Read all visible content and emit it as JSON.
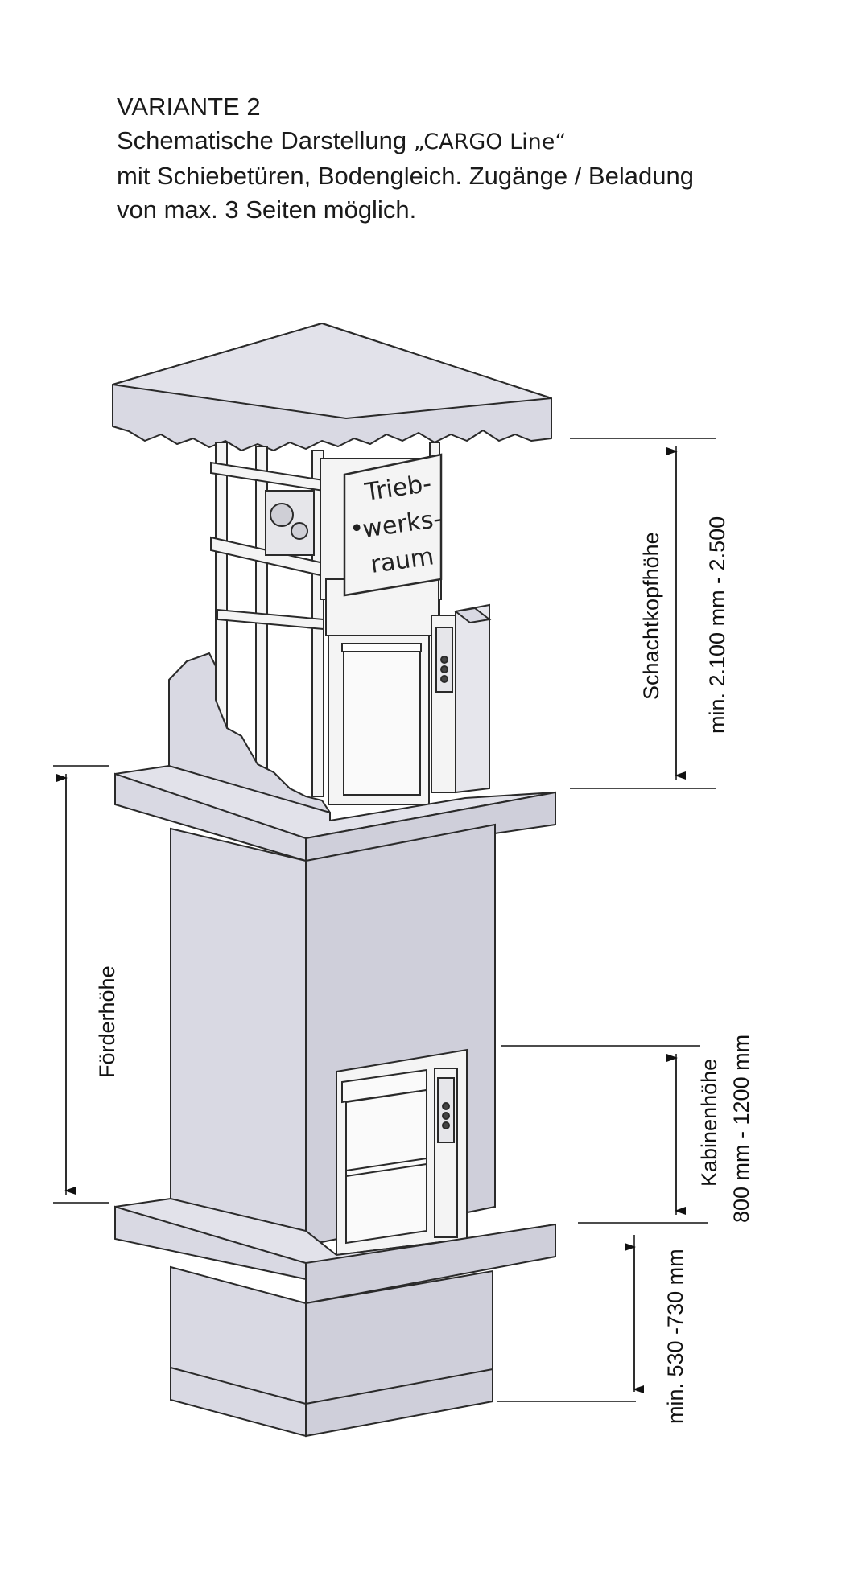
{
  "header": {
    "line1": "VARIANTE 2",
    "line2_prefix": "Schematische Darstellung ",
    "line2_product": "„CARGO Line“",
    "line3": "mit Schiebetüren, Bodengleich. Zugänge / Beladung",
    "line4": "von max. 3 Seiten möglich."
  },
  "machine_room_label": {
    "line1": "Trieb-",
    "line2": "werks-",
    "line3": "raum",
    "bullet": "•"
  },
  "dimensions": {
    "schachtkopf": {
      "label": "Schachtkopfhöhe",
      "value": "min. 2.100 mm - 2.500"
    },
    "foerderhoehe": {
      "label": "Förderhöhe"
    },
    "kabinen": {
      "label": "Kabinenhöhe",
      "value": "800 mm  - 1200 mm"
    },
    "bottom": {
      "value": "min. 530 -730 mm"
    }
  },
  "colors": {
    "wall_fill": "#d9d9e3",
    "wall_side": "#cfcfda",
    "outline": "#2a2a2a",
    "frame_fill": "#f4f4f4",
    "dim_line": "#111111"
  }
}
